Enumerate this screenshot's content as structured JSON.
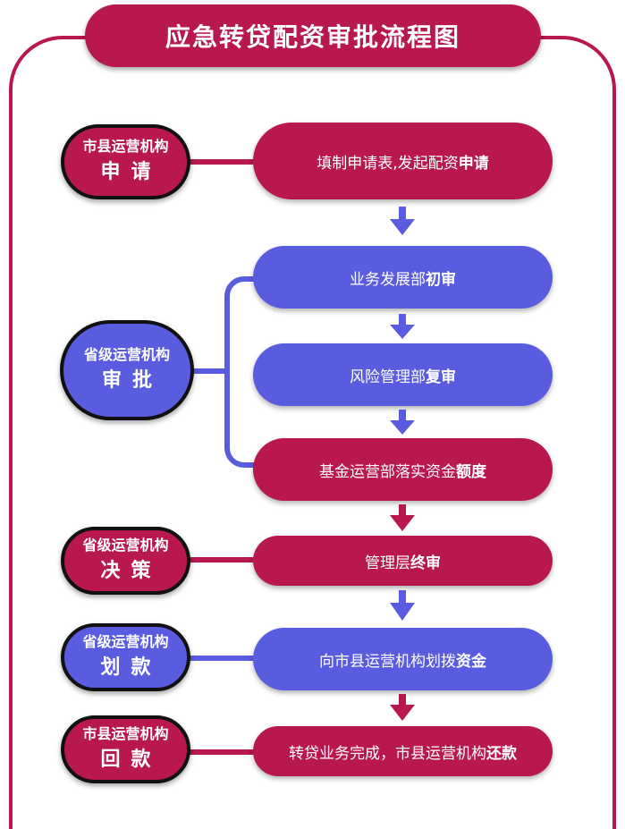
{
  "title": "应急转贷配资审批流程图",
  "colors": {
    "red": "#b8174f",
    "blue": "#5a5ce0",
    "outline": "#111111"
  },
  "stages": [
    {
      "org": "市县运营机构",
      "action": "申请",
      "color": "red"
    },
    {
      "org": "省级运营机构",
      "action": "审批",
      "color": "blue"
    },
    {
      "org": "省级运营机构",
      "action": "决策",
      "color": "red"
    },
    {
      "org": "省级运营机构",
      "action": "划款",
      "color": "blue"
    },
    {
      "org": "市县运营机构",
      "action": "回款",
      "color": "red"
    }
  ],
  "steps": [
    {
      "text": "填制申请表,发起配资",
      "emphasis": "申请",
      "color": "red"
    },
    {
      "text": "业务发展部",
      "emphasis": "初审",
      "color": "blue"
    },
    {
      "text": "风险管理部",
      "emphasis": "复审",
      "color": "blue"
    },
    {
      "text": "基金运营部落实资金",
      "emphasis": "额度",
      "color": "red"
    },
    {
      "text": "管理层",
      "emphasis": "终审",
      "color": "red"
    },
    {
      "text": "向市县运营机构划拨",
      "emphasis": "资金",
      "color": "blue"
    },
    {
      "text": "转贷业务完成，市县运营机构",
      "emphasis": "还款",
      "color": "red"
    }
  ]
}
